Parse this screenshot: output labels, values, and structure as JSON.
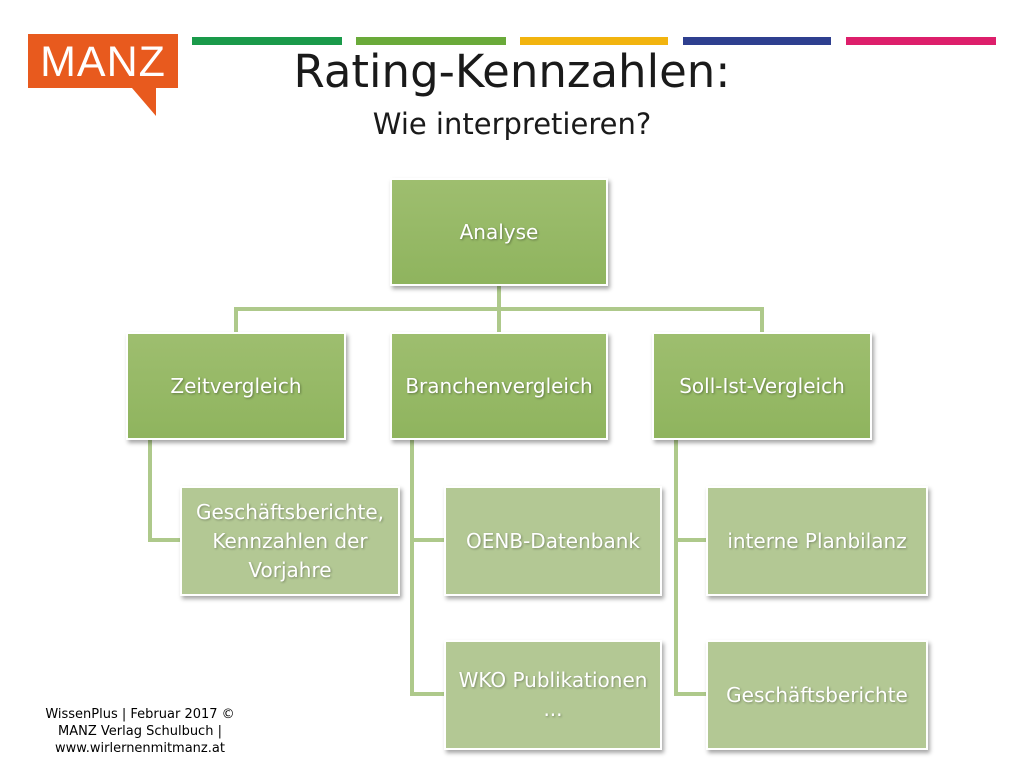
{
  "logo": {
    "text": "MANZ"
  },
  "header": {
    "title": "Rating-Kennzahlen:",
    "subtitle": "Wie interpretieren?"
  },
  "colors": {
    "logo": "#e85a1e",
    "stripes": [
      "#1a9a4a",
      "#6aaa3a",
      "#f2b40f",
      "#2e3f8f",
      "#dd1f6b"
    ],
    "box_primary": "#9bbb6a",
    "box_secondary": "#b3c894",
    "connector": "#aec98b"
  },
  "diagram": {
    "root": "Analyse",
    "branches": [
      {
        "label": "Zeitvergleich",
        "children": [
          "Geschäftsberichte, Kennzahlen der Vorjahre"
        ]
      },
      {
        "label": "Branchenvergleich",
        "children": [
          "OENB-Datenbank",
          "WKO Publikationen ..."
        ]
      },
      {
        "label": "Soll-Ist-Vergleich",
        "children": [
          "interne Planbilanz",
          "Geschäftsberichte"
        ]
      }
    ]
  },
  "footer": {
    "text": "WissenPlus | Februar 2017 ©\nMANZ Verlag Schulbuch |\nwww.wirlernenmitmanz.at"
  }
}
